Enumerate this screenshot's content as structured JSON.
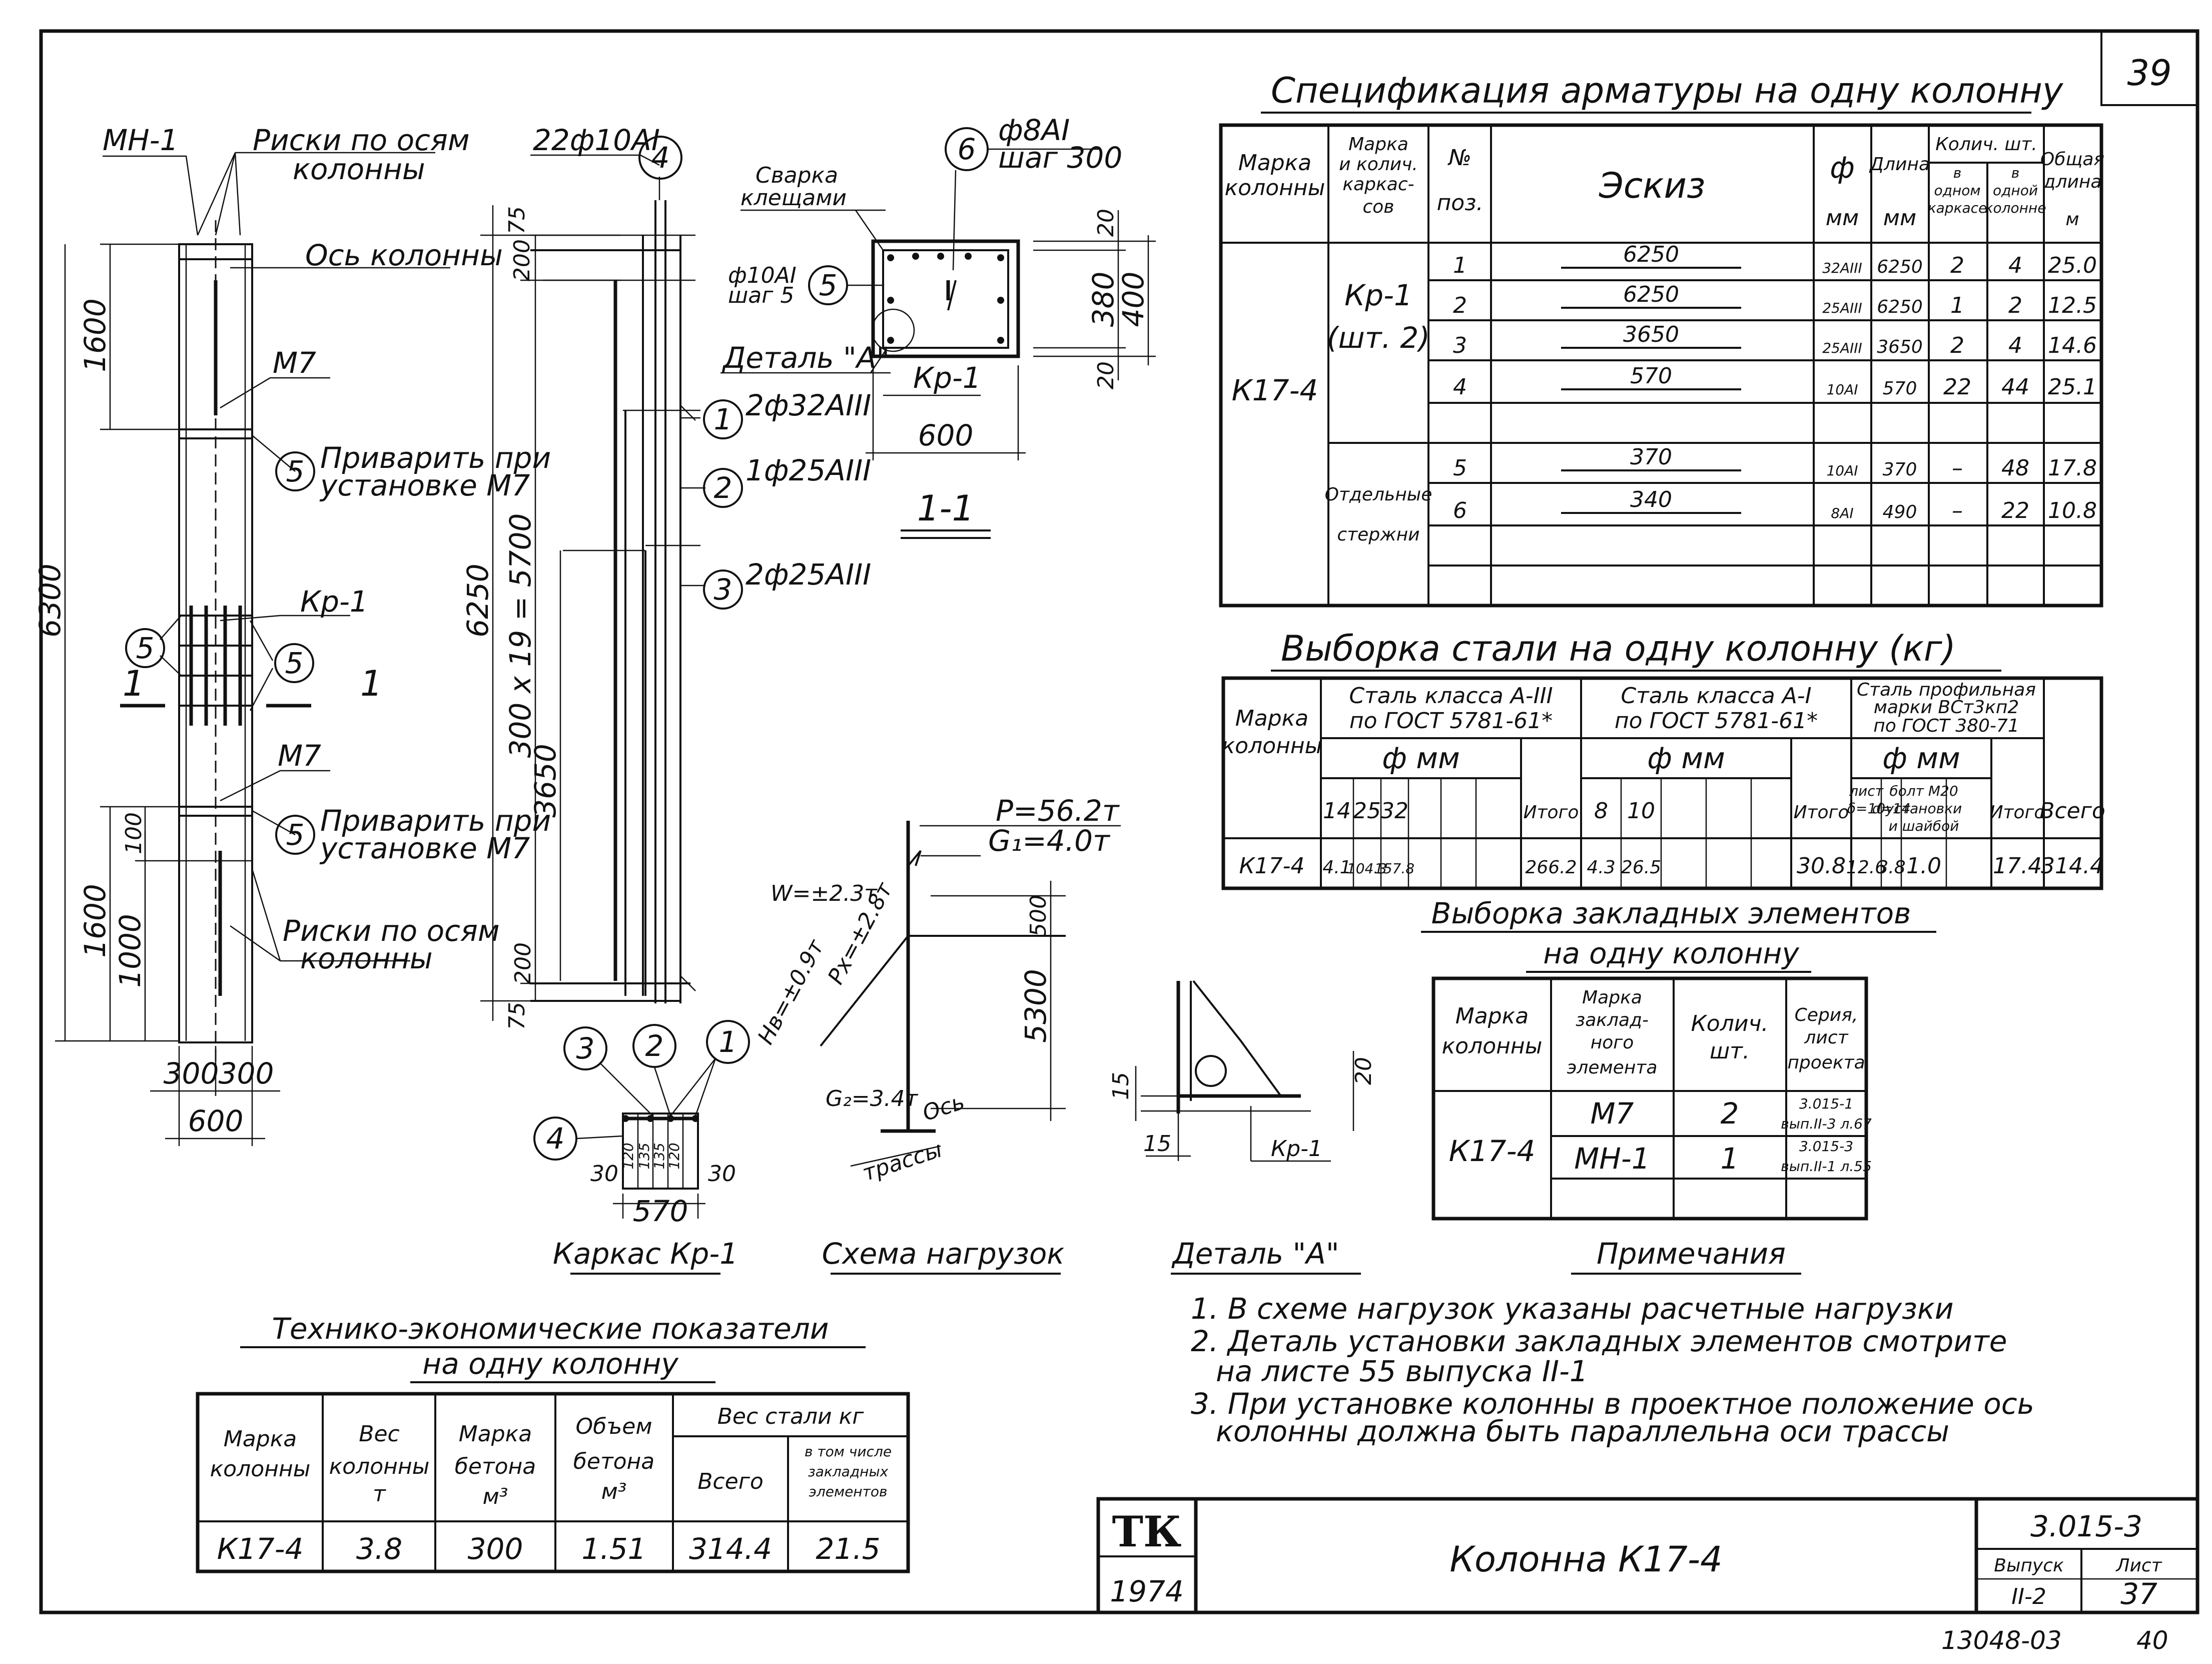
{
  "sheet": {
    "page_number": "39",
    "bottom_code": "13048-03",
    "bottom_page": "40"
  },
  "column_view": {
    "mn1": "МН-1",
    "riski_top": [
      "Риски по осям",
      "колонны"
    ],
    "axis": "Ось колонны",
    "m7_top": "М7",
    "kr1": "Кр-1",
    "m7_bot": "М7",
    "weld_top": [
      "Приварить при",
      "установке М7"
    ],
    "weld_bot": [
      "Приварить при",
      "установке М7"
    ],
    "riski_bot": [
      "Риски по осям",
      "колонны"
    ],
    "dim_1600_top": "1600",
    "dim_6300": "6300",
    "dim_1600_bot": "1600",
    "dim_100": "100",
    "dim_1000": "1000",
    "dim_300a": "300",
    "dim_300b": "300",
    "dim_600": "600",
    "pos5": "5",
    "cut": "1"
  },
  "cage_view": {
    "callout_top": "22ф10АI",
    "pos4": "4",
    "dim_75a": "75",
    "dim_200a": "200",
    "dim_6250": "6250",
    "dim_5700": "300 x 19 = 5700",
    "dim_3650": "3650",
    "dim_200b": "200",
    "dim_75b": "75",
    "bar1": "2ф32АIII",
    "bar2": "1ф25АIII",
    "bar3": "2ф25АIII",
    "pos1": "1",
    "pos2": "2",
    "pos3": "3"
  },
  "section_view": {
    "pos6": "6",
    "bar6": [
      "ф8АI",
      "шаг 300"
    ],
    "weld": [
      "Сварка",
      "клещами"
    ],
    "bar5": [
      "ф10АI",
      "шаг 5"
    ],
    "pos5": "5",
    "detail": "Деталь \"А\"",
    "kr1": "Кр-1",
    "dim_20a": "20",
    "dim_380": "380",
    "dim_400": "400",
    "dim_20b": "20",
    "dim_600": "600",
    "title": "1-1"
  },
  "spec_table": {
    "title": "Спецификация арматуры на одну колонну",
    "headers": {
      "mark": [
        "Марка",
        "колонны"
      ],
      "cage": [
        "Марка",
        "и колич.",
        "каркас-",
        "сов"
      ],
      "pos": [
        "№",
        "поз."
      ],
      "sketch": "Эскиз",
      "dia": [
        "ф",
        "мм"
      ],
      "len": [
        "Длина",
        "мм"
      ],
      "qty": "Колич. шт.",
      "qty_cage": [
        "в",
        "одном",
        "каркасе"
      ],
      "qty_col": [
        "в",
        "одной",
        "колонне"
      ],
      "total": [
        "Общая",
        "длина",
        "м"
      ]
    },
    "mark": "К17-4",
    "cage_a": [
      "Кр-1",
      "(шт. 2)"
    ],
    "cage_b": [
      "Отдельные",
      "стержни"
    ],
    "rows": [
      {
        "pos": "1",
        "sketch": "6250",
        "dia": "32АIII",
        "len": "6250",
        "q1": "2",
        "q2": "4",
        "total": "25.0"
      },
      {
        "pos": "2",
        "sketch": "6250",
        "dia": "25АIII",
        "len": "6250",
        "q1": "1",
        "q2": "2",
        "total": "12.5"
      },
      {
        "pos": "3",
        "sketch": "3650",
        "dia": "25АIII",
        "len": "3650",
        "q1": "2",
        "q2": "4",
        "total": "14.6"
      },
      {
        "pos": "4",
        "sketch": "570",
        "dia": "10АI",
        "len": "570",
        "q1": "22",
        "q2": "44",
        "total": "25.1"
      },
      {
        "pos": "5",
        "sketch": "370",
        "dia": "10АI",
        "len": "370",
        "q1": "–",
        "q2": "48",
        "total": "17.8"
      },
      {
        "pos": "6",
        "sketch": "340",
        "dia": "8АI",
        "len": "490",
        "q1": "–",
        "q2": "22",
        "total": "10.8"
      }
    ]
  },
  "steel_table": {
    "title": "Выборка стали на одну колонну (кг)",
    "mark_h": [
      "Марка",
      "колонны"
    ],
    "a3_h": [
      "Сталь класса А-III",
      "по ГОСТ 5781-61*"
    ],
    "a1_h": [
      "Сталь класса А-I",
      "по ГОСТ 5781-61*"
    ],
    "prof_h": [
      "Сталь профильная",
      "марки ВСт3кп2",
      "по ГОСТ 380-71"
    ],
    "dia_h": "ф мм",
    "d_a3": [
      "14",
      "25",
      "32"
    ],
    "d_a1": [
      "8",
      "10"
    ],
    "prof_sub": [
      "лист",
      "δ=10",
      "болт М20",
      "d=14",
      "установки",
      "и шайбой"
    ],
    "itogo": "Итого",
    "vsego": "Всего",
    "row": {
      "mark": "К17-4",
      "a3": [
        "4.1",
        "104.3",
        "157.8",
        "",
        ""
      ],
      "a3_total": "266.2",
      "a1": [
        "4.3",
        "26.5",
        "",
        "",
        ""
      ],
      "a1_total": "30.8",
      "prof": [
        "12.6",
        "3.8",
        "1.0"
      ],
      "prof_total": "17.4",
      "total": "314.4"
    }
  },
  "embed_table": {
    "title": [
      "Выборка закладных элементов",
      "на одну колонну"
    ],
    "headers": {
      "mark": [
        "Марка",
        "колонны"
      ],
      "emb": [
        "Марка",
        "заклад-",
        "ного",
        "элемента"
      ],
      "qty": [
        "Колич.",
        "шт."
      ],
      "series": [
        "Серия,",
        "лист",
        "проекта"
      ]
    },
    "mark": "К17-4",
    "rows": [
      {
        "emb": "М7",
        "qty": "2",
        "series": [
          "3.015-1",
          "вып.II-3 л.67"
        ]
      },
      {
        "emb": "МН-1",
        "qty": "1",
        "series": [
          "3.015-3",
          "вып.II-1 л.55"
        ]
      }
    ]
  },
  "cage_section": {
    "pos3": "3",
    "pos2": "2",
    "pos1": "1",
    "pos4": "4",
    "dim_30a": "30",
    "dim_30b": "30",
    "inner": [
      "120",
      "135",
      "135",
      "120"
    ],
    "dim_570": "570",
    "title": "Каркас Кр-1"
  },
  "load_scheme": {
    "p": "P=56.2т",
    "g1": "G₁=4.0т",
    "w": "W=±2.3т",
    "h": "Hв=±0.9т",
    "px": "Px=±2.8т",
    "g2": "G₂=3.4т",
    "axis": [
      "Ось",
      "трассы"
    ],
    "dim_500": "500",
    "dim_5300": "5300",
    "title": "Схема нагрузок"
  },
  "detail": {
    "dim_15a": "15",
    "dim_15b": "15",
    "dim_20": "20",
    "kr1": "Кр-1",
    "title": "Деталь \"А\""
  },
  "notes": {
    "title": "Примечания",
    "lines": [
      "1. В схеме нагрузок указаны расчетные нагрузки",
      "2. Деталь установки закладных элементов смотрите",
      "на листе 55 выпуска II-1",
      "3. При установке колонны в проектное положение ось",
      "колонны должна быть параллельна оси трассы"
    ]
  },
  "tep_table": {
    "title": [
      "Технико-экономические показатели",
      "на одну колонну"
    ],
    "headers": {
      "mark": [
        "Марка",
        "колонны"
      ],
      "weight": [
        "Вес",
        "колонны",
        "т"
      ],
      "grade": [
        "Марка",
        "бетона",
        "м³"
      ],
      "volume": [
        "Объем",
        "бетона",
        "м³"
      ],
      "steel": "Вес стали кг",
      "total": "Всего",
      "emb": [
        "в том числе",
        "закладных",
        "элементов"
      ]
    },
    "row": {
      "mark": "К17-4",
      "weight": "3.8",
      "grade": "300",
      "volume": "1.51",
      "total": "314.4",
      "emb": "21.5"
    }
  },
  "stamp": {
    "logo": "ТК",
    "year": "1974",
    "title": "Колонна К17-4",
    "series": "3.015-3",
    "issue_label": "Выпуск",
    "issue": "II-2",
    "sheet_label": "Лист",
    "sheet": "37"
  }
}
